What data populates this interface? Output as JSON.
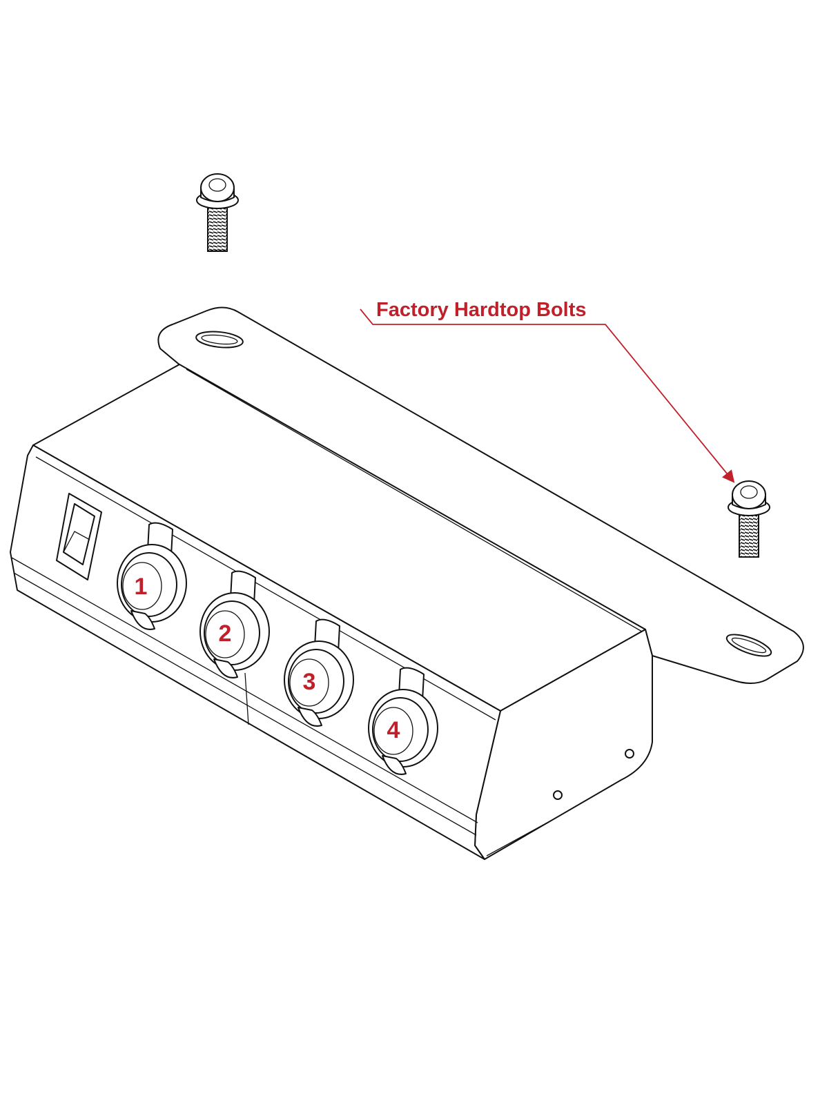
{
  "callout": {
    "label": "Factory Hardtop Bolts"
  },
  "sockets": [
    {
      "number": "1"
    },
    {
      "number": "2"
    },
    {
      "number": "3"
    },
    {
      "number": "4"
    }
  ],
  "colors": {
    "accent": "#c0202a",
    "line": "#111111"
  }
}
